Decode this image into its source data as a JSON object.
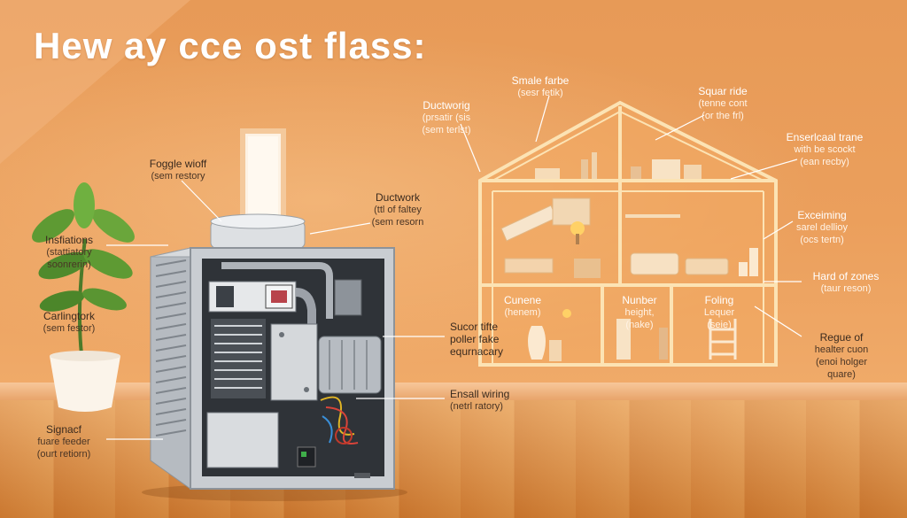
{
  "title": "Hew ay cce ost flass:",
  "labels": {
    "foggle": {
      "line1": "Foggle wioff",
      "line2": "(sem restory"
    },
    "insulations": {
      "line1": "Insfiations",
      "line2": "(stattiatory",
      "line3": "soonrerin)"
    },
    "carlingtork": {
      "line1": "Carlingtork",
      "line2": "(sem festor)"
    },
    "signal": {
      "line1": "Signacf",
      "line2": "fuare feeder",
      "line3": "(ourt retiorn)"
    },
    "ductwork_mid": {
      "line1": "Ductwork",
      "line2": "(ttl of faltey",
      "line3": "(sem resorn"
    },
    "ductwork_top": {
      "line1": "Ductworig",
      "line2": "(prsatir (sis",
      "line3": "(sem terlst)"
    },
    "smale": {
      "line1": "Smale farbe",
      "line2": "(sesr fetik)"
    },
    "squar": {
      "line1": "Squar ride",
      "line2": "(tenne cont",
      "line3": "(or the frl)"
    },
    "enserical": {
      "line1": "Enserlcaal trane",
      "line2": "with be scockt",
      "line3": "(ean recby)"
    },
    "exceiming": {
      "line1": "Exceiming",
      "line2": "sarel dellioy",
      "line3": "(ocs tertn)"
    },
    "hard_zones": {
      "line1": "Hard of zones",
      "line2": "(taur reson)"
    },
    "regue": {
      "line1": "Regue of",
      "line2": "healter cuon",
      "line3": "(enoi holger",
      "line4": "quare)"
    },
    "sucor": {
      "line1": "Sucor tifte",
      "line2": "poller fake",
      "line3": "equrnacary"
    },
    "ensall": {
      "line1": "Ensall wiring",
      "line2": "(netrl ratory)"
    },
    "cunene": {
      "line1": "Cunene",
      "line2": "(henem)"
    },
    "number": {
      "line1": "Nunber",
      "line2": "height,",
      "line3": "(nake)"
    },
    "foling": {
      "line1": "Foling",
      "line2": "Lequer",
      "line3": "(seie)"
    }
  },
  "colors": {
    "wall": "#e99c59",
    "house_outline": "#fce3b4",
    "unit_body": "#c9cdd2",
    "accent_white": "#ffffff"
  }
}
